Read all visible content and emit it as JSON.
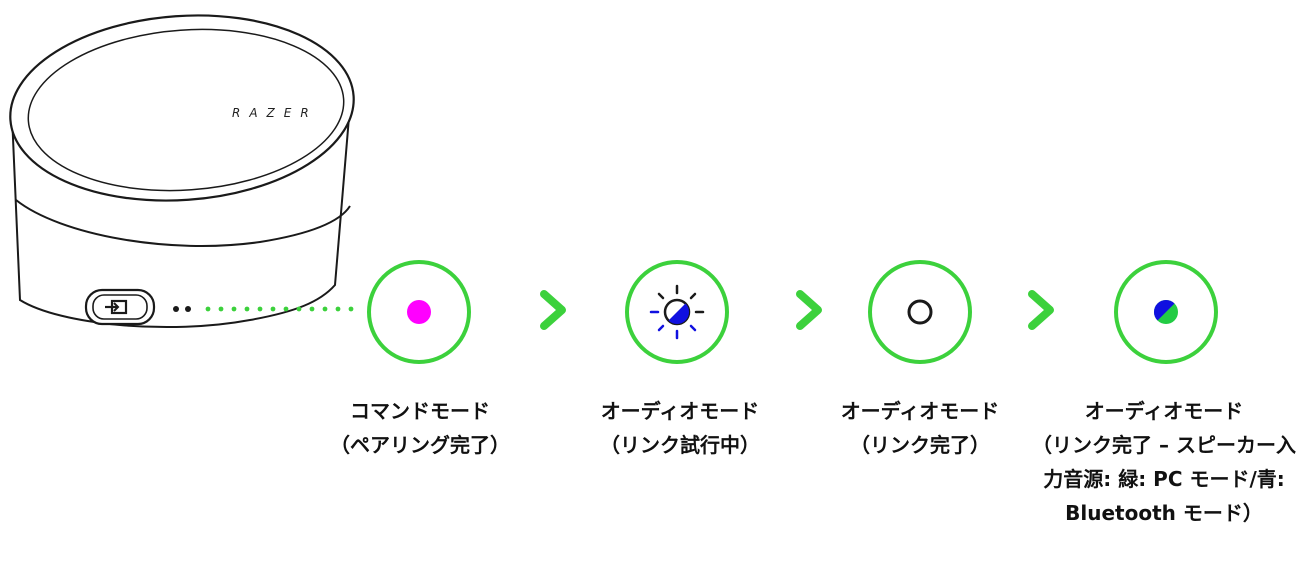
{
  "device": {
    "brand_text": "RAZER",
    "icons": [
      "power-button-icon",
      "mode-led-icon"
    ]
  },
  "colors": {
    "accent_green": "#3cd13c",
    "magenta": "#ff00ff",
    "blue": "#1010e0",
    "green_led": "#22cc44",
    "outline": "#222222"
  },
  "steps": [
    {
      "led": "magenta-solid-icon",
      "caption_line1": "コマンドモード",
      "caption_line2": "（ペアリング完了）"
    },
    {
      "led": "blue-white-blinking-icon",
      "caption_line1": "オーディオモード",
      "caption_line2": "（リンク試行中）"
    },
    {
      "led": "white-solid-icon",
      "caption_line1": "オーディオモード",
      "caption_line2": "（リンク完了）"
    },
    {
      "led": "green-blue-split-icon",
      "caption_line1": "オーディオモード",
      "caption_line2": "（リンク完了 – スピーカー入力音源: 緑: PC モード/青: Bluetooth モード）"
    }
  ]
}
